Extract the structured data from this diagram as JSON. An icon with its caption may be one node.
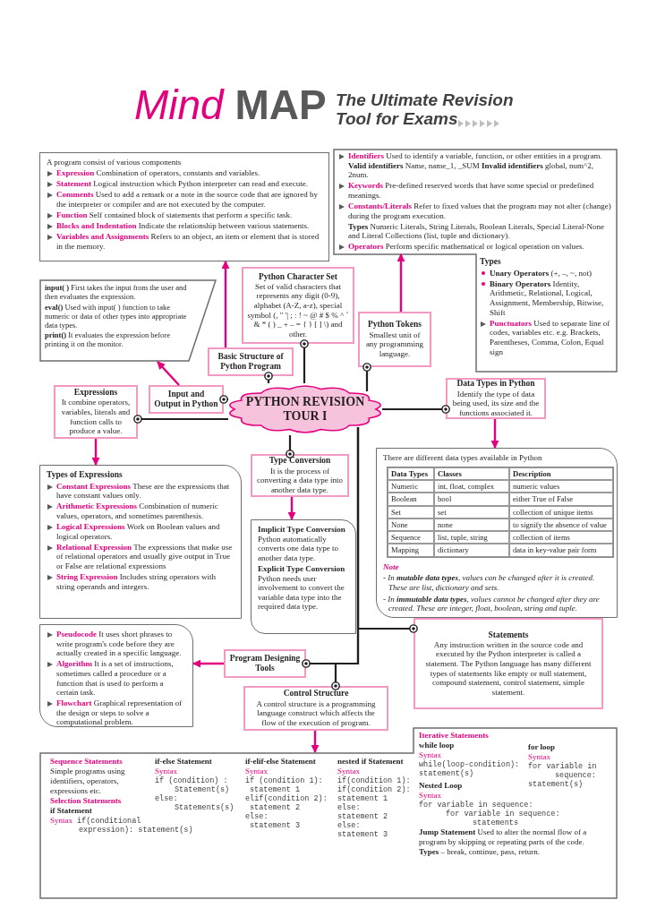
{
  "diagram": {
    "title": "Mind **MAP**",
    "nodes": [
      {
        "text": [
          "PYTHON REVISION TOUR I"
        ]
      },
      {
        "text": [
          "Basic Structure of Python Program"
        ]
      },
      {
        "text": [
          "A program consist of various components",
          "**Expression** Combination of operators, constants and variables.",
          "**Statement** Logical instruction which Python interpreter can read and execute.",
          "**Comments** Used to add a remark or a note in the source code that are ignored by the interpreter or compiler and are not executed by the computer.",
          "**Function** Self contained block of statements that perform a specific task.",
          "**Blocks and Indentation** Indicate the relationship between various statements.",
          "**Variables and Assignments** Refers to an object, an item or element that is stored in the memory."
        ]
      },
      {
        "text": [
          "Input and Output in Python"
        ]
      },
      {
        "text": [
          "**input( )** First takes the input from the user and then evaluates the expression.",
          "**eval()** Used with input( ) function to take numeric or data of other types into appropriate data types.",
          "**print()** It evaluates the expression before printing it on the monitor."
        ]
      },
      {
        "text": [
          "Python Character Set",
          "Set of valid characters that represents any digit (0-9), alphabet (A-Z, a-z), special symbol (, \" '| ; : ! ~ @ # $ % ^ ` & * ( ) _ + – = { } [ ] \\) and other."
        ]
      },
      {
        "text": [
          "Python Tokens",
          "Smallest unit of any programming language."
        ]
      },
      {
        "text": [
          "**Identifiers** Used to identify a variable, function, or other entities in a program. **Valid identifiers** Name, name_1, _SUM **Invalid identifiers** global, num^2, 2num.",
          "**Keywords** Pre-defined reserved words that have some special or predefined meanings.",
          "**Constants/Literals** Refer to fixed values that the program may not alter (change) during the program execution.",
          "**Types** Numeric Literals, String Literals, Boolean Literals, Special Literal-None and Literal Collections (list, tuple and dictionary).",
          "**Operators** Perform specific mathematical or logical operation on values.",
          "Types",
          "**Unary Operators** (+, –, ~, not)",
          "**Binary Operators** Identity, Arithmetic, Relational, Logical, Assignment, Membership, Bitwise, Shift",
          "**Punctuators** Used to separate line of codes, variables etc. e.g. Brackets, Parentheses, Comma, Colon, Equal sign"
        ]
      },
      {
        "text": [
          "Expressions",
          "It combine operators, variables, literals and function calls to produce a value."
        ]
      },
      {
        "text": [
          "Types of Expressions",
          "**Constant Expressions** These are the expressions that have constant values only.",
          "**Arithmetic Expressions** Combination of numeric values, operators, and sometimes parenthesis.",
          "**Logical  Expressions** Work on Boolean values and logical operators.",
          "**Relational Expression** The expressions that make use of relational operators and usually give output in True or False are relational expressions",
          "**String Expression** Includes string operators with string operands and integers."
        ]
      },
      {
        "text": [
          "Data Types in Python",
          "Identify the type of data being used, its size and the functions associated it."
        ]
      },
      {
        "text": [
          "There are different data types available in Python",
          "Note",
          "- In **mutable data types**, values can be changed after it is created. These are list, dictionary and sets.",
          "- In **immutable data types**, values cannot be changed after they are created. These are integer, float, boolean, string and tuple."
        ]
      },
      {
        "text": [
          "Type Conversion",
          "It is the process of converting a data type into another data type."
        ]
      },
      {
        "text": [
          "**Implicit Type Conversion** Python automatically converts one data type to another data type.",
          "**Explicit Type Conversion** Python needs user involvement to convert the variable data type into the required data type."
        ]
      },
      {
        "text": [
          "Statements",
          "Any instruction written in the source code and executed by the Python interpreter is called a statement. The Python language has many different types of statements like empty or null statement, compound statement, control statement, simple statement."
        ]
      },
      {
        "text": [
          "Program Designing Tools"
        ]
      },
      {
        "text": [
          "**Pseudocode** It uses short phrases to write program's code before they are actually created in a specific language.",
          "**Algorithm** It is a set of instructions, sometimes called a procedure or a function that is used to perform a certain task.",
          "**Flowchart** Graphical representation of the design or steps to solve a computational problem."
        ]
      },
      {
        "text": [
          "Control Structure",
          "A control structure is a programming language construct which affects the flow of the execution of program."
        ]
      },
      {
        "text": [
          "Sequence Statements",
          "Simple programs using identifiers, operators, expressions etc.",
          "Selection Statements",
          "if Statement",
          "Syntax",
          "if(conditional",
          "expression): statement(s)",
          "if-else Statement",
          "Syntax",
          "if (condition) :",
          "Statement(s)",
          "else:",
          "Statements(s)",
          "if-elif-else Statement",
          "Syntax",
          "if (condition 1):",
          "statement 1",
          "elif(condition 2):",
          "statement 2",
          "else:",
          "statement 3",
          "nested if Statement",
          "Syntax",
          "if(condition 1):",
          "if(condition 2):",
          "statement 1",
          "else:",
          "statement 2",
          "else:",
          "statement 3",
          "Iterative Statements",
          "while loop",
          "Syntax",
          "while(loop-condition):",
          "statement(s)",
          "for loop",
          "Syntax",
          "for variable in",
          "sequence:",
          "statement(s)",
          "Nested Loop",
          "Syntax",
          "for variable in sequence:",
          "for variable in sequence:",
          "statements",
          "**Jump Statement** Used to alter the normal flow of a program by skipping or repeating parts of the code.",
          "**Types** – break, continue, pass, return."
        ]
      }
    ],
    "edges": [
      {
        "from": 0,
        "to": 1,
        "arrow": "other"
      },
      {
        "from": 0,
        "to": 5,
        "arrow": "other"
      },
      {
        "from": 0,
        "to": 6,
        "arrow": "other"
      },
      {
        "from": 0,
        "to": 3,
        "arrow": "other"
      },
      {
        "from": 0,
        "to": 8,
        "arrow": "other"
      },
      {
        "from": 0,
        "to": 10,
        "arrow": "other"
      },
      {
        "from": 0,
        "to": 12,
        "arrow": "other"
      },
      {
        "from": 0,
        "to": 14,
        "arrow": "other"
      },
      {
        "from": 0,
        "to": 15,
        "arrow": "other"
      },
      {
        "from": 0,
        "to": 17,
        "arrow": "other"
      },
      {
        "from": 1,
        "to": 2,
        "arrow": "to",
        "color": "#e4007c"
      },
      {
        "from": 3,
        "to": 4,
        "arrow": "to",
        "color": "#e4007c"
      },
      {
        "from": 6,
        "to": 7,
        "arrow": "to",
        "color": "#e4007c"
      },
      {
        "from": 8,
        "to": 9,
        "arrow": "to",
        "color": "#e4007c"
      },
      {
        "from": 10,
        "to": 11,
        "arrow": "to",
        "color": "#e4007c"
      },
      {
        "from": 12,
        "to": 13,
        "arrow": "to",
        "color": "#e4007c"
      },
      {
        "from": 15,
        "to": 16,
        "arrow": "to",
        "color": "#e4007c"
      },
      {
        "from": 17,
        "to": 18,
        "arrow": "to",
        "color": "#e4007c"
      }
    ],
    "labels": [
      "The Ultimate Revision Tool for Exams",
      "Data Types",
      "Classes",
      "Description",
      "Numeric",
      "int, float, complex",
      "numeric values",
      "Boolean",
      "bool",
      "either True of False",
      "Set",
      "set",
      "collection of unique items",
      "None",
      "none",
      "to signify the absence of value",
      "Sequence",
      "list, tuple, string",
      "collection of items",
      "Mapping",
      "dictionary",
      "data in key-value pair form"
    ]
  }
}
